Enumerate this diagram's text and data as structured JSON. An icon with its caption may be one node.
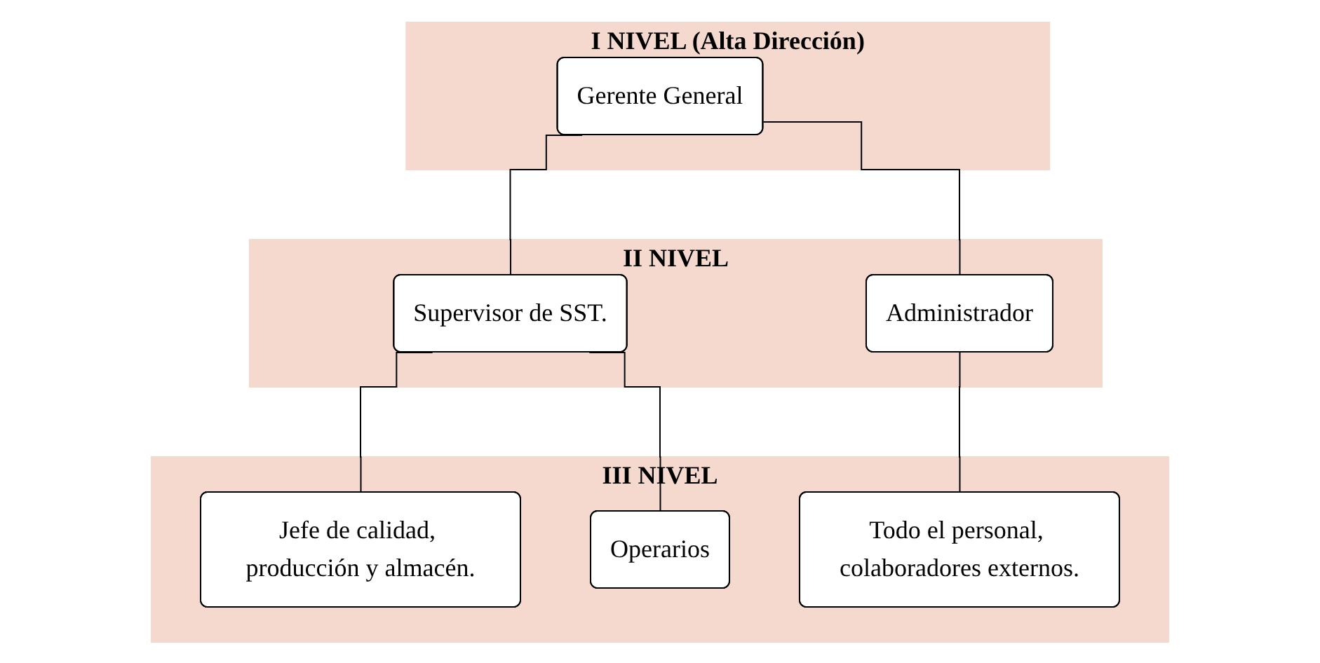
{
  "diagram": {
    "nodes": [
      {
        "text": [
          "I NIVEL (Alta Dirección)"
        ]
      },
      {
        "text": [
          "Gerente General"
        ],
        "in": 0
      },
      {
        "text": [
          "II NIVEL"
        ]
      },
      {
        "text": [
          "Supervisor de SST."
        ],
        "in": 2
      },
      {
        "text": [
          "Administrador"
        ],
        "in": 2
      },
      {
        "text": [
          "III NIVEL"
        ]
      },
      {
        "text": [
          "Jefe de calidad, producción y almacén."
        ],
        "in": 5
      },
      {
        "text": [
          "Operarios"
        ],
        "in": 5
      },
      {
        "text": [
          "Todo el personal, colaboradores externos."
        ],
        "in": 5
      }
    ],
    "edges": [
      {
        "from": 1,
        "to": 3,
        "arrow": "none"
      },
      {
        "from": 1,
        "to": 4,
        "arrow": "none"
      },
      {
        "from": 3,
        "to": 6,
        "arrow": "none"
      },
      {
        "from": 3,
        "to": 7,
        "arrow": "none"
      },
      {
        "from": 4,
        "to": 8,
        "arrow": "none"
      }
    ]
  }
}
